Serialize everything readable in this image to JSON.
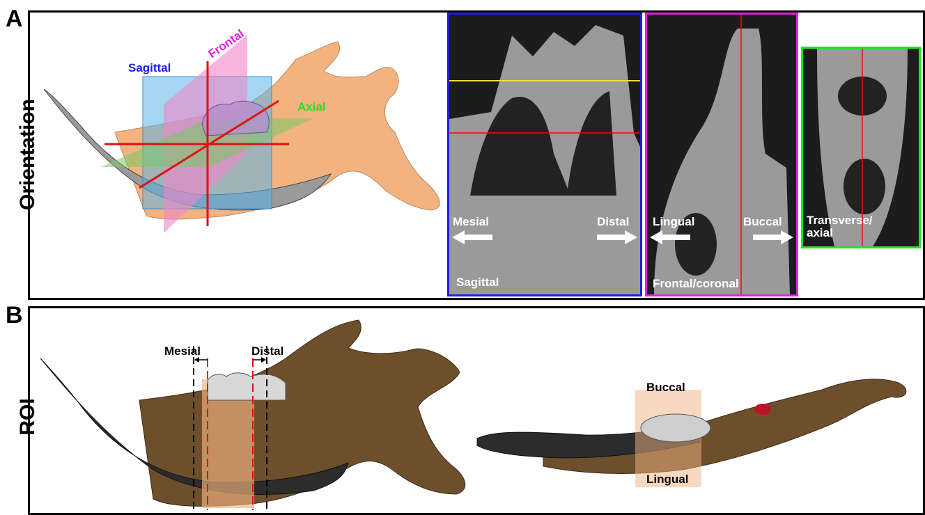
{
  "panel_a": {
    "letter": "A",
    "row_label": "Orientation",
    "plane_labels": {
      "sagittal": "Sagittal",
      "frontal": "Frontal",
      "axial": "Axial"
    },
    "ct_sagittal": {
      "label": "Sagittal",
      "left_dir": "Mesial",
      "right_dir": "Distal"
    },
    "ct_frontal": {
      "label": "Frontal/coronal",
      "left_dir": "Lingual",
      "right_dir": "Buccal"
    },
    "ct_axial": {
      "label": "Transverse/\naxial"
    }
  },
  "panel_b": {
    "letter": "B",
    "row_label": "ROI",
    "roi_left": "Mesial",
    "roi_right": "Distal",
    "top_view_top": "Buccal",
    "top_view_bottom": "Lingual"
  },
  "colors": {
    "sagittal": "#1e1ee6",
    "frontal": "#e61ee6",
    "axial": "#1ee61e",
    "bone_3d": "#f2b380",
    "bone_roi": "#6e4f2c",
    "red_line": "#e01010",
    "yellow_line": "#f0e030"
  }
}
